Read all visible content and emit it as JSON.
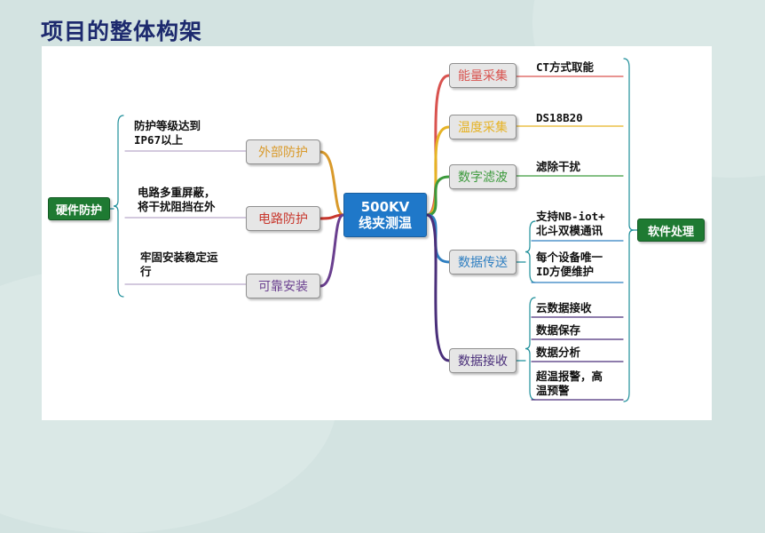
{
  "title": "项目的整体构架",
  "center": {
    "line1": "500KV",
    "line2": "线夹测温"
  },
  "left_root": {
    "label": "硬件防护"
  },
  "right_root": {
    "label": "软件处理"
  },
  "left_branches": [
    {
      "label": "外部防护",
      "color": "#d99a2b",
      "leaves": [
        [
          "防护等级达到",
          "IP67以上"
        ]
      ]
    },
    {
      "label": "电路防护",
      "color": "#c8372d",
      "leaves": [
        [
          "电路多重屏蔽，",
          "将干扰阻挡在外"
        ]
      ]
    },
    {
      "label": "可靠安装",
      "color": "#6a3f8f",
      "leaves": [
        [
          "牢固安装稳定运",
          "行"
        ]
      ]
    }
  ],
  "right_branches": [
    {
      "label": "能量采集",
      "color": "#d9534f",
      "leaves": [
        [
          "CT方式取能"
        ]
      ]
    },
    {
      "label": "温度采集",
      "color": "#e6b325",
      "leaves": [
        [
          "DS18B20"
        ]
      ]
    },
    {
      "label": "数字滤波",
      "color": "#3c9a3c",
      "leaves": [
        [
          "滤除干扰"
        ]
      ]
    },
    {
      "label": "数据传送",
      "color": "#2f7fc1",
      "leaves": [
        [
          "支持NB-iot+",
          "北斗双模通讯"
        ],
        [
          "每个设备唯一",
          "ID方便维护"
        ]
      ]
    },
    {
      "label": "数据接收",
      "color": "#4a2f7a",
      "leaves": [
        [
          "云数据接收"
        ],
        [
          "数据保存"
        ],
        [
          "数据分析"
        ],
        [
          "超温报警，高",
          "温预警"
        ]
      ]
    }
  ]
}
